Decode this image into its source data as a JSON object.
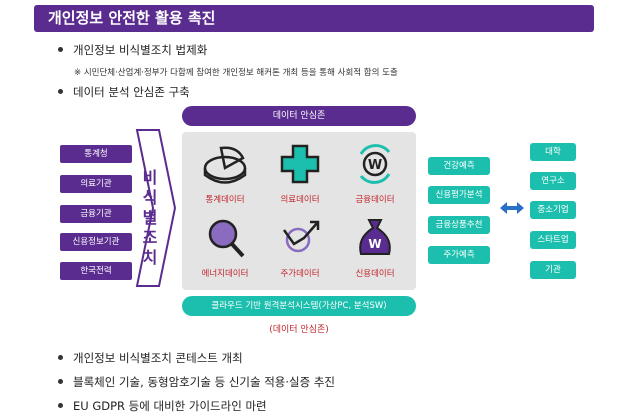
{
  "title": "개인정보 안전한 활용 촉진",
  "bullets_top": [
    "개인정보 비식별조치 법제화",
    "데이터 분석 안심존 구축"
  ],
  "note": "※ 시민단체·산업계·정부가 다함께 참여한 개인정보 해커톤 개최 등을 통해 사회적 합의 도출",
  "sources": [
    "통계청",
    "의료기관",
    "금융기관",
    "신용정보기관",
    "한국전력"
  ],
  "deid_label": [
    "비",
    "식",
    "별",
    "조",
    "치"
  ],
  "safe_zone_header": "데이터 안심존",
  "categories": [
    {
      "label": "통계데이터",
      "icon": "pie-chart-icon"
    },
    {
      "label": "의료데이터",
      "icon": "medical-cross-icon"
    },
    {
      "label": "금융데이터",
      "icon": "currency-cycle-icon"
    },
    {
      "label": "에너지데이터",
      "icon": "magnifier-icon"
    },
    {
      "label": "주가데이터",
      "icon": "trend-arrow-icon"
    },
    {
      "label": "신용데이터",
      "icon": "money-bag-icon"
    }
  ],
  "cloud_system": "클라우드 기반 원격분석시스템(가상PC, 분석SW)",
  "safe_zone_caption": "(데이터 안심존)",
  "analysis_outputs": [
    "건강예측",
    "신용평가분석",
    "금융상품추천",
    "주가예측"
  ],
  "users": [
    "대학",
    "연구소",
    "중소기업",
    "스타트업",
    "기관"
  ],
  "bullets_bottom": [
    "개인정보 비식별조치 콘테스트 개최",
    "블록체인 기술, 동형암호기술 등 신기술 적용·실증 추진",
    "EU GDPR 등에 대비한 가이드라인 마련"
  ],
  "colors": {
    "purple": "#5b2c8f",
    "teal": "#1cbfae",
    "red": "#c0262d",
    "panel_gray": "#e4e4e4"
  }
}
